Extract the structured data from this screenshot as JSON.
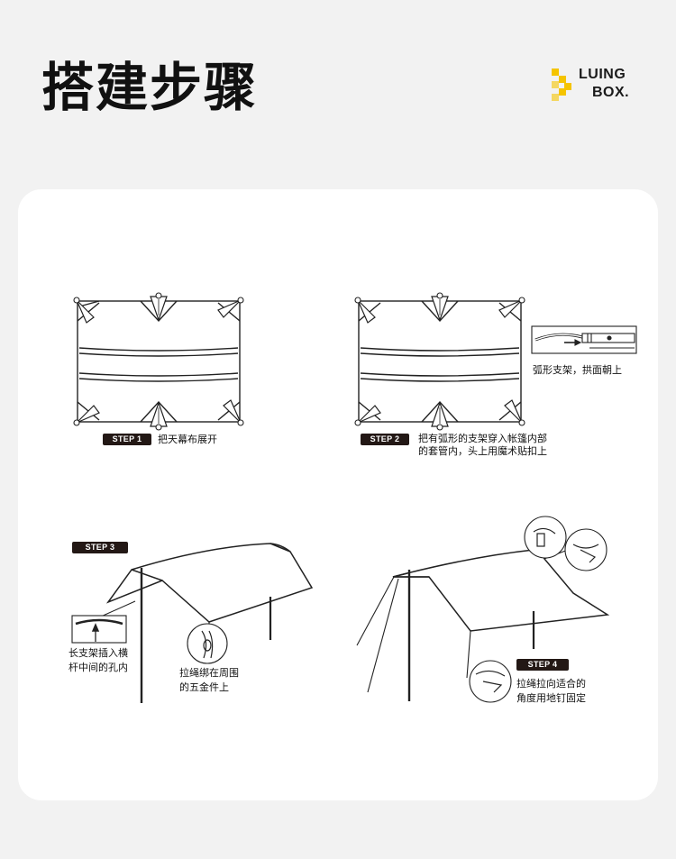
{
  "header": {
    "title": "搭建步骤",
    "brand_line1": "LUING",
    "brand_line2": "BOX."
  },
  "colors": {
    "accent_yellow": "#f5c400",
    "badge_bg": "#231815",
    "card_bg": "#ffffff",
    "page_bg": "#f2f2f2"
  },
  "steps": [
    {
      "badge": "STEP 1",
      "caption": "把天幕布展开"
    },
    {
      "badge": "STEP 2",
      "caption_line1": "把有弧形的支架穿入帐篷内部",
      "caption_line2": "的套管内，头上用魔术贴扣上",
      "inset_caption": "弧形支架，拱面朝上"
    },
    {
      "badge": "STEP 3",
      "pole_caption_line1": "长支架插入横",
      "pole_caption_line2": "杆中间的孔内",
      "rope_caption_line1": "拉绳绑在周围",
      "rope_caption_line2": "的五金件上"
    },
    {
      "badge": "STEP 4",
      "caption_line1": "拉绳拉向适合的",
      "caption_line2": "角度用地钉固定"
    }
  ]
}
